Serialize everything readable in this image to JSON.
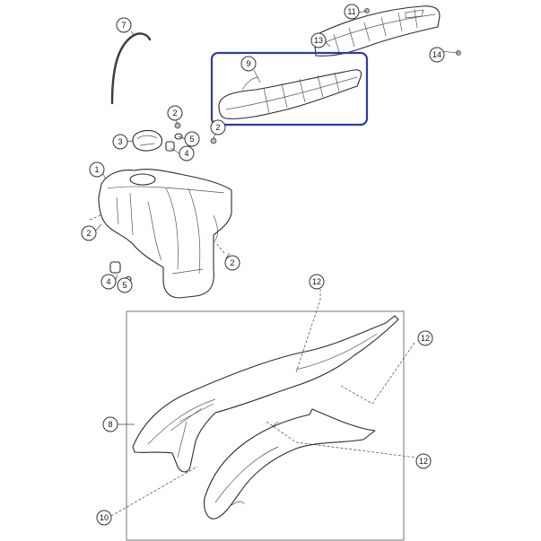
{
  "callouts": {
    "c7": "7",
    "c11": "11",
    "c13": "13",
    "c14": "14",
    "c9": "9",
    "c2a": "2",
    "c2b": "2",
    "c3": "3",
    "c5a": "5",
    "c4a": "4",
    "c1": "1",
    "c2c": "2",
    "c2d": "2",
    "c4b": "4",
    "c5b": "5",
    "c12a": "12",
    "c12b": "12",
    "c8": "8",
    "c12c": "12",
    "c10": "10"
  },
  "highlight_color": "#2f3aa8"
}
